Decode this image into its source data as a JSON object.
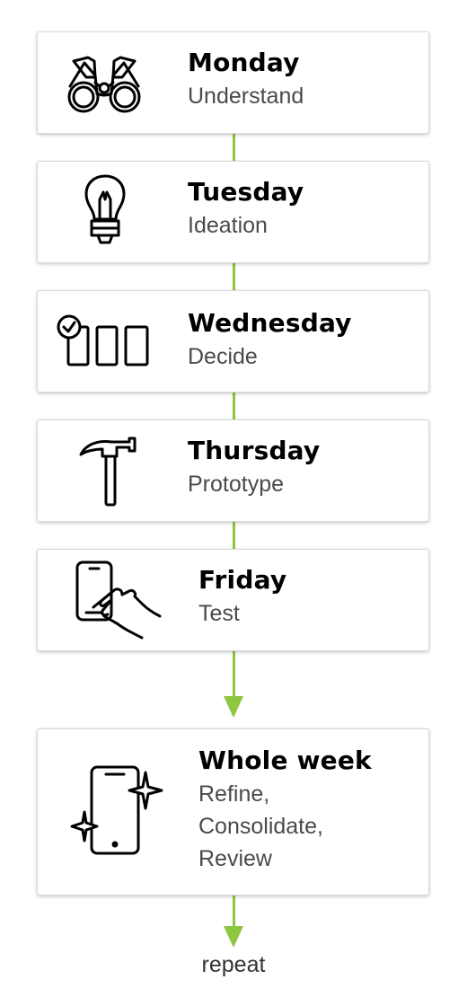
{
  "steps": [
    {
      "title": "Monday",
      "subtitle": "Understand",
      "icon": "binoculars-icon"
    },
    {
      "title": "Tuesday",
      "subtitle": "Ideation",
      "icon": "lightbulb-icon"
    },
    {
      "title": "Wednesday",
      "subtitle": "Decide",
      "icon": "checked-options-icon"
    },
    {
      "title": "Thursday",
      "subtitle": "Prototype",
      "icon": "hammer-icon"
    },
    {
      "title": "Friday",
      "subtitle": "Test",
      "icon": "phone-tap-icon"
    },
    {
      "title": "Whole week",
      "subtitle_lines": [
        "Refine,",
        "Consolidate,",
        "Review"
      ],
      "icon": "sparkle-phone-icon"
    }
  ],
  "footer": {
    "label": "repeat"
  },
  "colors": {
    "connector": "#8dc63f",
    "card_border": "#d9d9d9",
    "title": "#000000",
    "subtitle": "#4a4a4a"
  }
}
